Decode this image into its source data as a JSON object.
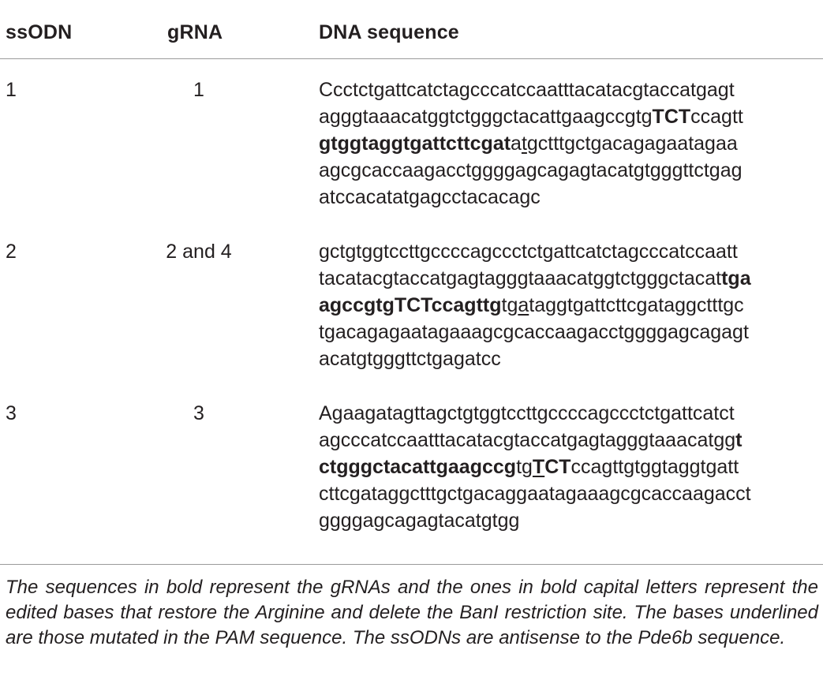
{
  "table": {
    "headers": [
      "ssODN",
      "gRNA",
      "DNA sequence"
    ],
    "rows": [
      {
        "ssodn": "1",
        "grna": "1",
        "sequence_lines": [
          [
            {
              "t": "Ccctctgattcatctagcccatccaatttacatacgtaccatgagt",
              "s": ""
            }
          ],
          [
            {
              "t": "agggtaaacatggtctgggctacattgaagccgtg",
              "s": ""
            },
            {
              "t": "TCT",
              "s": "b"
            },
            {
              "t": "ccagtt",
              "s": ""
            }
          ],
          [
            {
              "t": "gtggtaggtgattcttcgat",
              "s": "b"
            },
            {
              "t": "a",
              "s": ""
            },
            {
              "t": "t",
              "s": "u"
            },
            {
              "t": "gctttgctgacagagaatagaa",
              "s": ""
            }
          ],
          [
            {
              "t": "agcgcaccaagacctggggagcagagtacatgtgggttctgag",
              "s": ""
            }
          ],
          [
            {
              "t": "atccacatatgagcctacacagc",
              "s": ""
            }
          ]
        ]
      },
      {
        "ssodn": "2",
        "grna": "2 and 4",
        "sequence_lines": [
          [
            {
              "t": "gctgtggtccttgccccagccctctgattcatctagcccatccaatt",
              "s": ""
            }
          ],
          [
            {
              "t": "tacatacgtaccatgagtagggtaaacatggtctgggctacat",
              "s": ""
            },
            {
              "t": "tga",
              "s": "b"
            }
          ],
          [
            {
              "t": "agccgtgTCTccagttg",
              "s": "b"
            },
            {
              "t": "tg",
              "s": ""
            },
            {
              "t": "a",
              "s": "u"
            },
            {
              "t": "taggtgattcttcgataggctttgc",
              "s": ""
            }
          ],
          [
            {
              "t": "tgacagagaatagaaagcgcaccaagacctggggagcagagt",
              "s": ""
            }
          ],
          [
            {
              "t": "acatgtgggttctgagatcc",
              "s": ""
            }
          ]
        ]
      },
      {
        "ssodn": "3",
        "grna": "3",
        "sequence_lines": [
          [
            {
              "t": "Agaagatagttagctgtggtccttgccccagccctctgattcatct",
              "s": ""
            }
          ],
          [
            {
              "t": "agcccatccaatttacatacgtaccatgagtagggtaaacatgg",
              "s": ""
            },
            {
              "t": "t",
              "s": "b"
            }
          ],
          [
            {
              "t": "ctgggctacattgaagccg",
              "s": "b"
            },
            {
              "t": "tg",
              "s": ""
            },
            {
              "t": "T",
              "s": "bu"
            },
            {
              "t": "CT",
              "s": "b"
            },
            {
              "t": "ccagttgtggtaggtgatt",
              "s": ""
            }
          ],
          [
            {
              "t": "cttcgataggctttgctgacaggaatagaaagcgcaccaagacct",
              "s": ""
            }
          ],
          [
            {
              "t": "ggggagcagagtacatgtgg",
              "s": ""
            }
          ]
        ]
      }
    ]
  },
  "footnote": "The sequences in bold represent the gRNAs and the ones in bold capital letters represent the edited bases that restore the Arginine and delete the BanI restriction site. The bases underlined are those mutated in the PAM sequence. The ssODNs are antisense to the Pde6b sequence."
}
